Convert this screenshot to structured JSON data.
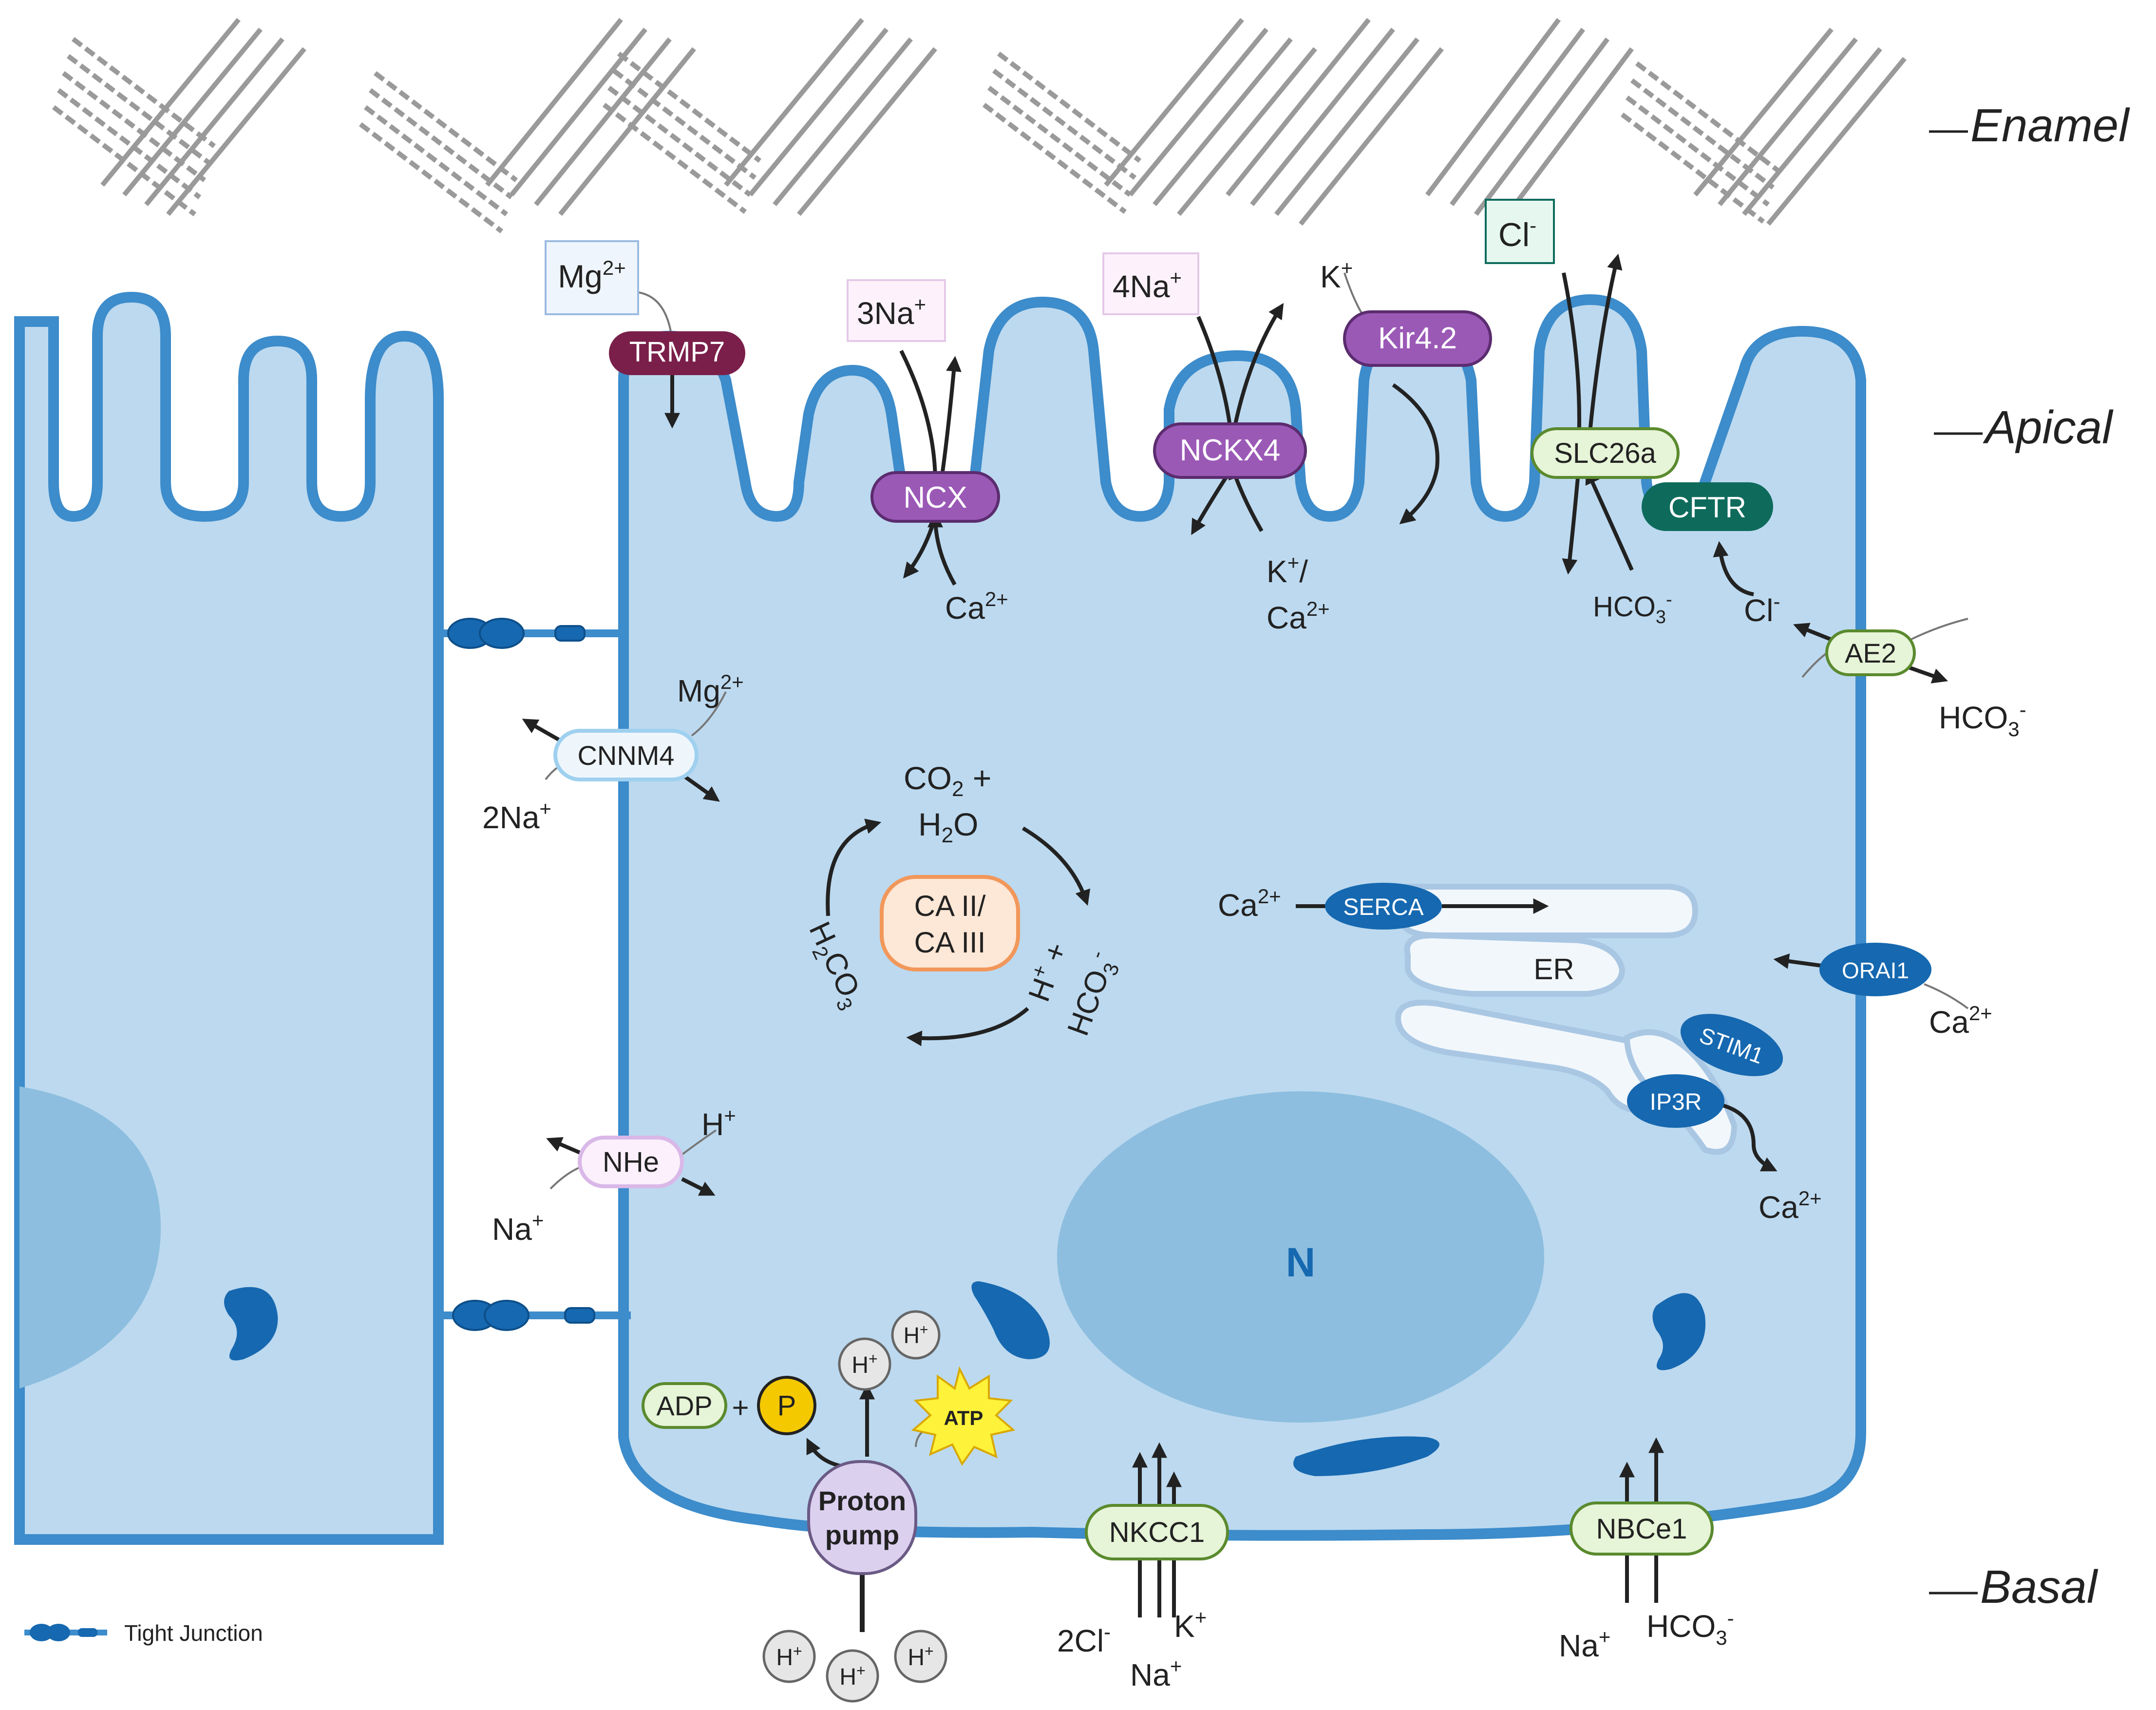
{
  "layers": {
    "enamel": "Enamel",
    "apical": "Apical",
    "basal": "Basal"
  },
  "legend": {
    "tight_junction": "Tight Junction"
  },
  "transporters": {
    "trpm7": "TRMP7",
    "ncx": "NCX",
    "nckx4": "NCKX4",
    "kir42": "Kir4.2",
    "slc26a": "SLC26a",
    "cftr": "CFTR",
    "ae2": "AE2",
    "cnnm4": "CNNM4",
    "nhe": "NHe",
    "serca": "SERCA",
    "orai1": "ORAI1",
    "stim1": "STIM1",
    "ip3r": "IP3R",
    "nkcc1": "NKCC1",
    "nbce1": "NBCe1",
    "proton_pump_line1": "Proton",
    "proton_pump_line2": "pump",
    "adp": "ADP",
    "p": "P",
    "atp": "ATP",
    "ca_enzyme_line1": "CA II/",
    "ca_enzyme_line2": "CA III"
  },
  "ions": {
    "mg_apical": "Mg",
    "mg_apical_sup": "2+",
    "na3": "3Na",
    "na3_sup": "+",
    "na4": "4Na",
    "na4_sup": "+",
    "k_kir": "K",
    "k_kir_sup": "+",
    "cl_apical": "Cl",
    "cl_apical_sup": "-",
    "ca_ncx": "Ca",
    "ca_ncx_sup": "2+",
    "k_nckx_1": "K",
    "k_nckx_1_sup": "+",
    "k_nckx_1_tail": "/",
    "ca_nckx": "Ca",
    "ca_nckx_sup": "2+",
    "hco3_slc": "HCO",
    "hco3_slc_sub": "3",
    "hco3_slc_sup": "-",
    "cl_ae2": "Cl",
    "cl_ae2_sup": "-",
    "hco3_ae2": "HCO",
    "hco3_ae2_sub": "3",
    "hco3_ae2_sup": "-",
    "mg_cnnm4": "Mg",
    "mg_cnnm4_sup": "2+",
    "na2_cnnm4": "2Na",
    "na2_cnnm4_sup": "+",
    "co2": "CO",
    "co2_sub": "2",
    "co2_plus": " +",
    "h2o_h": "H",
    "h2o_sub": "2",
    "h2o_o": "O",
    "h2co3_h": "H",
    "h2co3_sub1": "2",
    "h2co3_co": "CO",
    "h2co3_sub2": "3",
    "hplus": "H",
    "hplus_sup": "+",
    "hplus_plus": " +",
    "hco3_cycle": "HCO",
    "hco3_cycle_sub": "3",
    "hco3_cycle_sup": "-",
    "ca_serca": "Ca",
    "ca_serca_sup": "2+",
    "er": "ER",
    "ca_orai": "Ca",
    "ca_orai_sup": "2+",
    "ca_ip3r": "Ca",
    "ca_ip3r_sup": "2+",
    "h_nhe": "H",
    "h_nhe_sup": "+",
    "na_nhe": "Na",
    "na_nhe_sup": "+",
    "nucleus": "N",
    "h_bubble": "H",
    "h_bubble_sup": "+",
    "cl2_nkcc": "2Cl",
    "cl2_nkcc_sup": "-",
    "k_nkcc": "K",
    "k_nkcc_sup": "+",
    "na_nkcc": "Na",
    "na_nkcc_sup": "+",
    "na_nbce": "Na",
    "na_nbce_sup": "+",
    "hco3_nbce": "HCO",
    "hco3_nbce_sub": "3",
    "hco3_nbce_sup": "-"
  },
  "colors": {
    "cell_fill": "#bcd9ef",
    "cell_stroke": "#3d8ccb",
    "nucleus_fill": "#8dbedf",
    "dark_blue": "#1668b0",
    "purple": "#9b59b6",
    "maroon": "#7a1f4a",
    "teal_dark": "#0e6b5c",
    "green_stroke": "#5a8a2e",
    "green_fill": "#e6f4d7"
  }
}
